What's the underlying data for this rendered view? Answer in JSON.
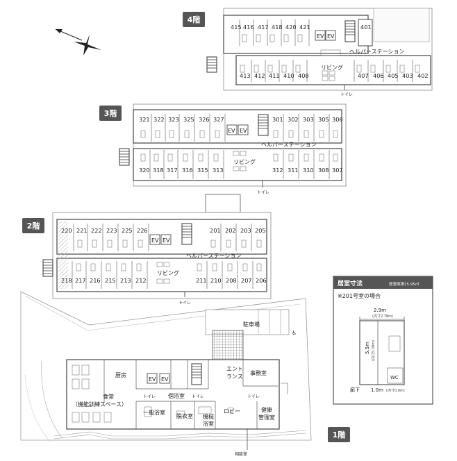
{
  "floors": {
    "f4": {
      "badge": "4階",
      "rooms_top": [
        "415",
        "416",
        "417",
        "418",
        "420",
        "421",
        "401"
      ],
      "rooms_bottom": [
        "413",
        "412",
        "411",
        "410",
        "408",
        "407",
        "406",
        "405",
        "403",
        "402"
      ],
      "ev": [
        "EV",
        "EV"
      ],
      "helper_station": "ヘルパーステーション",
      "living": "リビング",
      "toilet": "トイレ"
    },
    "f3": {
      "badge": "3階",
      "rooms_top": [
        "321",
        "322",
        "323",
        "325",
        "326",
        "327",
        "301",
        "302",
        "303",
        "305",
        "306"
      ],
      "rooms_bottom": [
        "320",
        "318",
        "317",
        "316",
        "315",
        "313",
        "312",
        "311",
        "310",
        "308",
        "307"
      ],
      "ev": [
        "EV",
        "EV"
      ],
      "helper_station": "ヘルパーステーション",
      "living": "リビング",
      "toilet": "トイレ"
    },
    "f2": {
      "badge": "2階",
      "rooms_top": [
        "220",
        "221",
        "222",
        "223",
        "225",
        "226",
        "201",
        "202",
        "203",
        "205"
      ],
      "rooms_bottom": [
        "218",
        "217",
        "216",
        "215",
        "213",
        "212",
        "211",
        "210",
        "208",
        "207",
        "206"
      ],
      "ev": [
        "EV",
        "EV"
      ],
      "helper_station": "ヘルパーステーション",
      "living": "リビング",
      "toilet": "トイレ"
    },
    "f1": {
      "badge": "1階",
      "parking": "駐車場",
      "kitchen": "厨房",
      "ev": [
        "EV",
        "EV"
      ],
      "entrance_line1": "エント",
      "entrance_line2": "ランス",
      "office": "事務室",
      "dining_line1": "食堂",
      "dining_line2": "（機能訓練スペース）",
      "toilet": "トイレ",
      "bath": "個浴室",
      "general_bath": "一般浴室",
      "changing_room": "脱衣室",
      "machine_bath_line1": "機械",
      "machine_bath_line2": "浴室",
      "lobby": "ロビー",
      "health_office_line1": "健康",
      "health_office_line2": "管理室",
      "consultation_room": "相談室"
    }
  },
  "room_dimensions": {
    "title": "居室寸法",
    "area_label": "居室面積15.95㎡",
    "case_label": "※201号室の場合",
    "width": "2.9m",
    "width_inner": "(内寸2.78m)",
    "depth": "5.5m",
    "depth_inner": "(内寸5.38m)",
    "door": "1.0m",
    "door_inner": "(内寸0.9m)",
    "wc": "WC",
    "corridor": "廊下"
  }
}
